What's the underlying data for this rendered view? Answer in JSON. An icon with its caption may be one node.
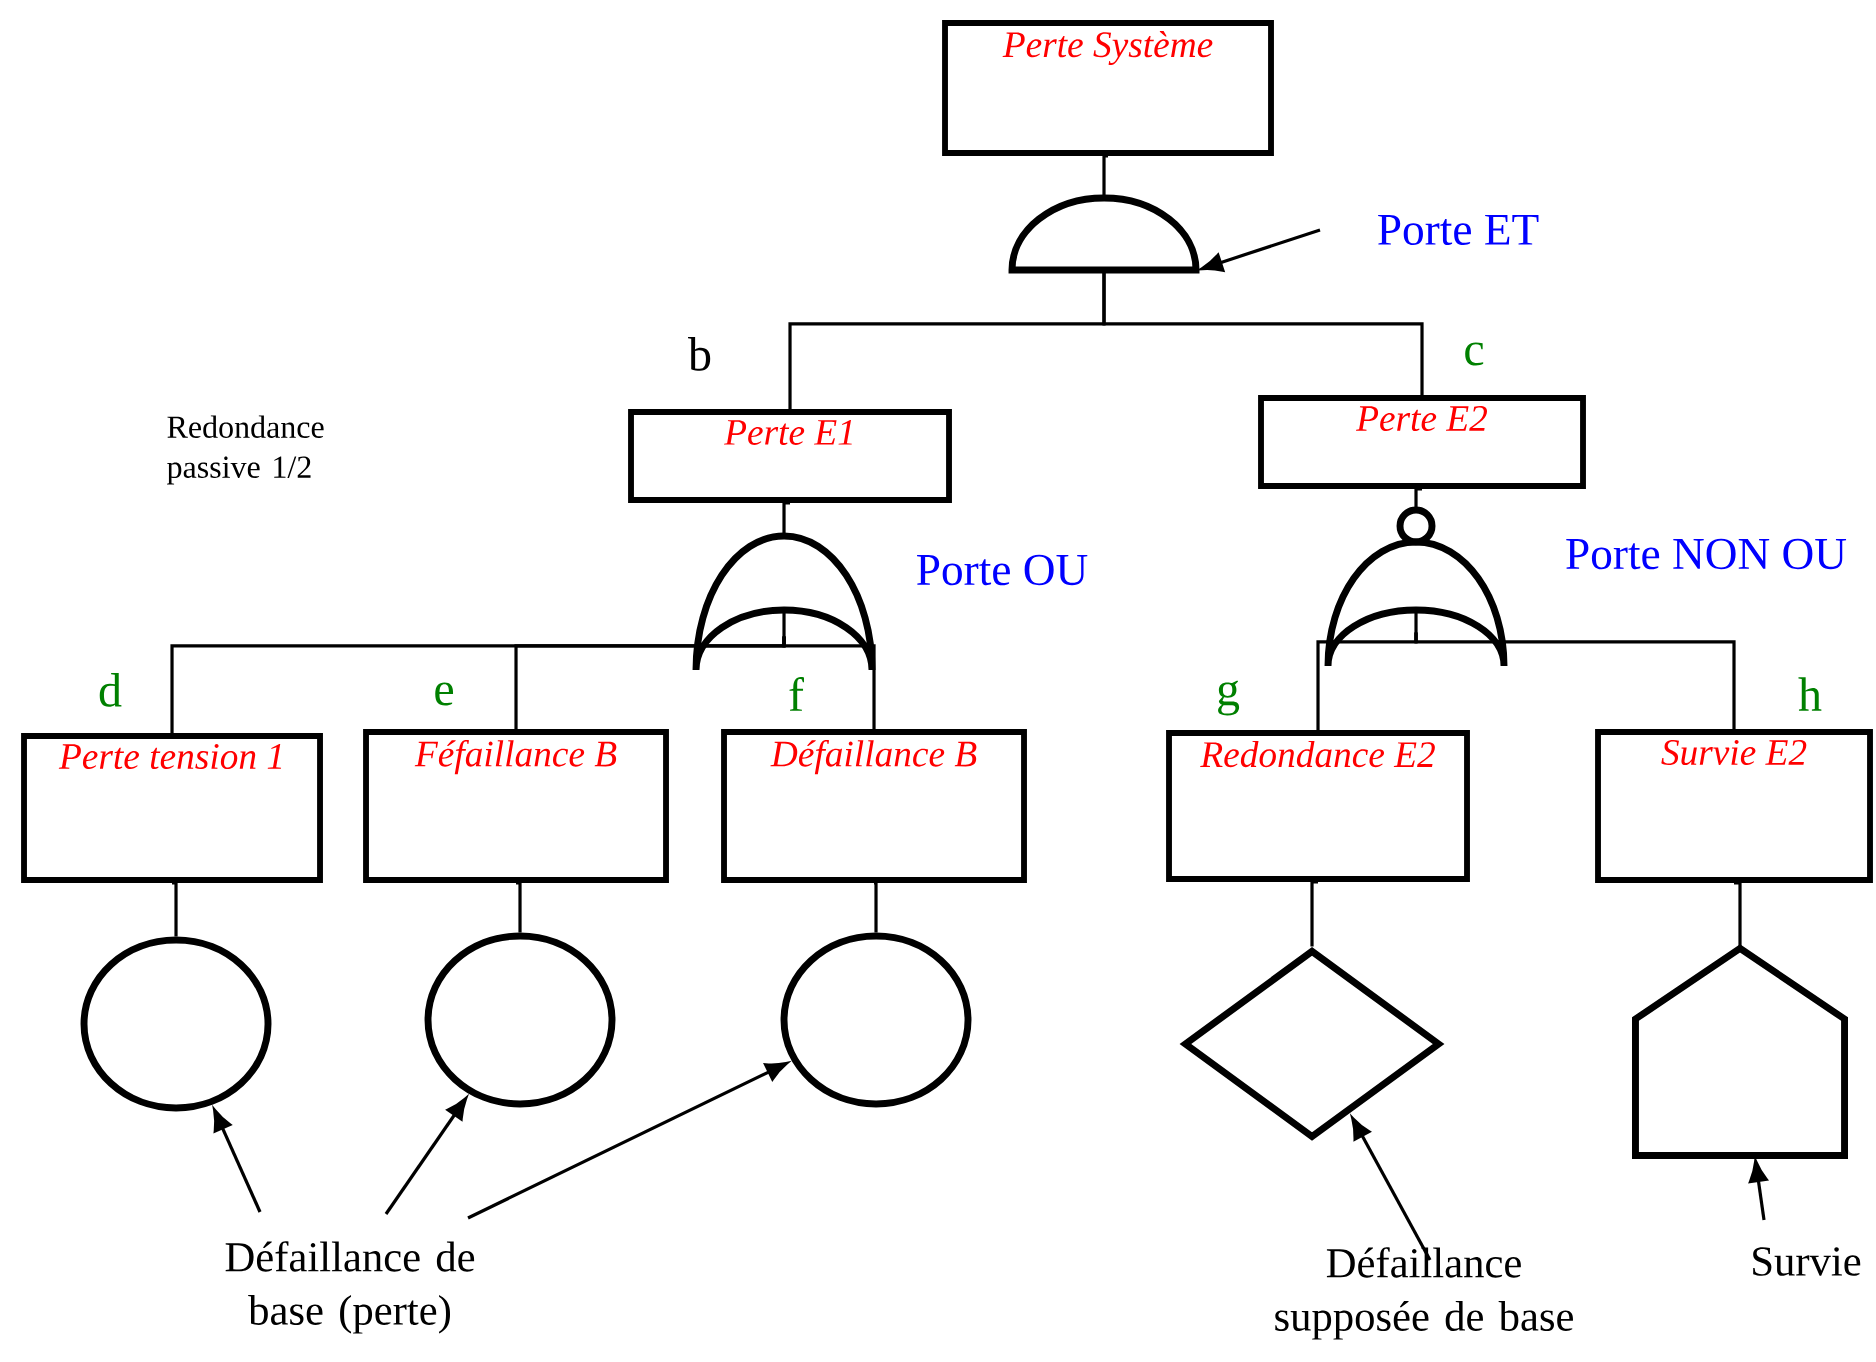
{
  "diagram": {
    "nodes": [
      {
        "text": [
          "Perte Système"
        ]
      },
      {
        "text": [],
        "shape": "gate"
      },
      {
        "text": [
          "Perte E1"
        ],
        "beside": [
          "b"
        ]
      },
      {
        "text": [
          "Perte E2"
        ],
        "beside": [
          "c"
        ]
      },
      {
        "text": [],
        "shape": "gate"
      },
      {
        "text": [],
        "shape": "gate"
      },
      {
        "text": [
          "Perte tension 1"
        ],
        "beside": [
          "d"
        ]
      },
      {
        "text": [
          "Féfaillance B"
        ],
        "beside": [
          "e"
        ]
      },
      {
        "text": [
          "Défaillance B"
        ],
        "beside": [
          "f"
        ]
      },
      {
        "text": [
          "Redondance E2"
        ],
        "beside": [
          "g"
        ]
      },
      {
        "text": [
          "Survie E2"
        ],
        "beside": [
          "h"
        ]
      },
      {
        "text": [],
        "shape": "circle"
      },
      {
        "text": [],
        "shape": "circle"
      },
      {
        "text": [],
        "shape": "circle"
      },
      {
        "text": [],
        "shape": "diamond"
      },
      {
        "text": [],
        "shape": "house"
      },
      {
        "text": [
          "Porte ET"
        ]
      },
      {
        "text": [
          "Défaillance de base (perte)"
        ]
      },
      {
        "text": [
          "Défaillance supposée de base"
        ]
      },
      {
        "text": [
          "Survie"
        ]
      }
    ],
    "edges": [
      {
        "from": 0,
        "to": 1,
        "arrow": "none"
      },
      {
        "from": 1,
        "to": 2,
        "arrow": "none"
      },
      {
        "from": 1,
        "to": 3,
        "arrow": "none"
      },
      {
        "from": 2,
        "to": 4,
        "arrow": "none"
      },
      {
        "from": 3,
        "to": 5,
        "arrow": "none"
      },
      {
        "from": 4,
        "to": 6,
        "arrow": "none"
      },
      {
        "from": 4,
        "to": 7,
        "arrow": "none"
      },
      {
        "from": 4,
        "to": 8,
        "arrow": "none"
      },
      {
        "from": 5,
        "to": 9,
        "arrow": "none"
      },
      {
        "from": 5,
        "to": 10,
        "arrow": "none"
      },
      {
        "from": 6,
        "to": 11,
        "arrow": "none"
      },
      {
        "from": 7,
        "to": 12,
        "arrow": "none"
      },
      {
        "from": 8,
        "to": 13,
        "arrow": "none"
      },
      {
        "from": 9,
        "to": 14,
        "arrow": "none"
      },
      {
        "from": 10,
        "to": 15,
        "arrow": "none"
      },
      {
        "from": 16,
        "to": 1,
        "arrow": "to"
      },
      {
        "from": 17,
        "to": 11,
        "arrow": "to"
      },
      {
        "from": 17,
        "to": 12,
        "arrow": "to"
      },
      {
        "from": 17,
        "to": 13,
        "arrow": "to"
      },
      {
        "from": 18,
        "to": 14,
        "arrow": "to"
      },
      {
        "from": 19,
        "to": 15,
        "arrow": "to"
      }
    ],
    "labels": [
      "Redondance passive 1/2",
      "Porte OU",
      "Porte NON OU"
    ]
  }
}
